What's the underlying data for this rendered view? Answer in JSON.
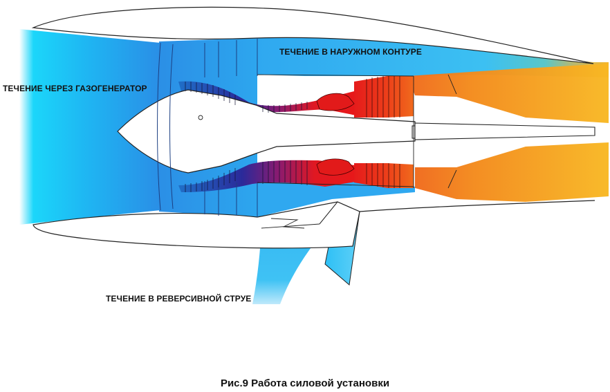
{
  "labels": {
    "bypass_flow": "ТЕЧЕНИЕ В НАРУЖНОМ КОНТУРЕ",
    "core_flow": "ТЕЧЕНИЕ ЧЕРЕЗ ГАЗОГЕНЕРАТОР",
    "reverse_flow": "ТЕЧЕНИЕ В РЕВЕРСИВНОЙ СТРУЕ"
  },
  "caption": "Рис.9 Работа силовой установки",
  "colors": {
    "cold_flow": "#2aa9f0",
    "intake_flow": "#13d6f8",
    "compressor_flow": "#1b5fbf",
    "hot_flow": "#e61a1a",
    "exhaust_flow": "#f7a21c"
  }
}
